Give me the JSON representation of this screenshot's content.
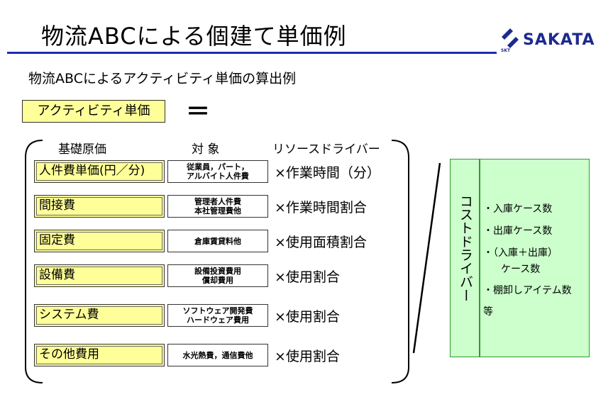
{
  "title": "物流ABCによる個建て単価例",
  "logo": {
    "text": "SAKATA",
    "sub": "SKT"
  },
  "subtitle": "物流ABCによるアクティビティ単価の算出例",
  "unit_label": "アクティビティ単価",
  "equals": "＝",
  "headers": {
    "base_cost": "基礎原価",
    "target": "対 象",
    "resource_driver": "リソースドライバー"
  },
  "rows": [
    {
      "label": "人件費単価(円／分)",
      "target_l1": "従業員，パート，",
      "target_l2": "アルバイト人件費",
      "driver": "×作業時間（分）"
    },
    {
      "label": "間接費",
      "target_l1": "管理者人件費",
      "target_l2": "本社管理費他",
      "driver": "×作業時間割合"
    },
    {
      "label": "固定費",
      "target_l1": "倉庫賃貸料他",
      "target_l2": "",
      "driver": "×使用面積割合"
    },
    {
      "label": "設備費",
      "target_l1": "設備投資費用",
      "target_l2": "償却費用",
      "driver": "×使用割合"
    },
    {
      "label": "システム費",
      "target_l1": "ソフトウェア開発費",
      "target_l2": "ハードウェア費用",
      "driver": "×使用割合"
    },
    {
      "label": "その他費用",
      "target_l1": "水光熱費，通信費他",
      "target_l2": "",
      "driver": "×使用割合"
    }
  ],
  "cost_driver": "コストドライバー",
  "cost_driver_items": [
    "・入庫ケース数",
    "・出庫ケース数",
    "・（入庫＋出庫）",
    "ケース数",
    "・棚卸しアイテム数",
    "等"
  ],
  "colors": {
    "accent_blue": "#1f2bb5",
    "label_yellow": "#ffff99",
    "driver_green": "#ccffcc"
  }
}
